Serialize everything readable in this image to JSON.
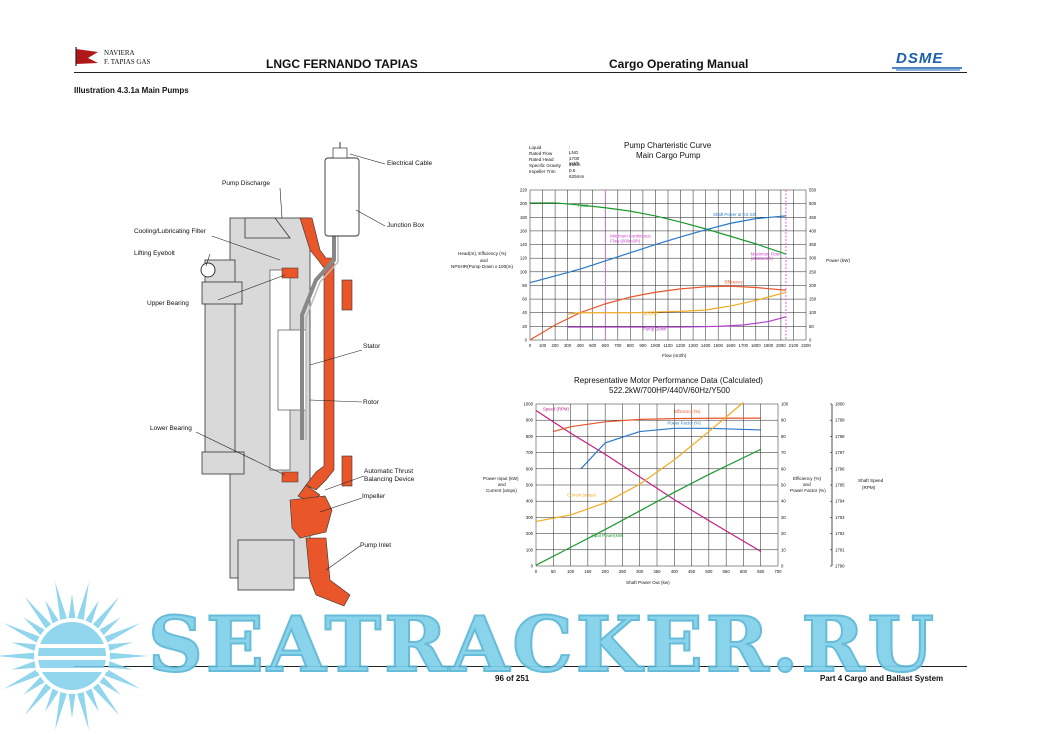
{
  "header": {
    "company_line1": "NAVIERA",
    "company_line2": "F. TAPIAS GAS",
    "vessel": "LNGC FERNANDO TAPIAS",
    "manual": "Cargo Operating Manual",
    "brand": "DSME"
  },
  "illustration_title": "Illustration 4.3.1a Main Pumps",
  "pump_labels": {
    "electrical_cable": "Electrical Cable",
    "pump_discharge": "Pump Discharge",
    "junction_box": "Junction Box",
    "cooling_filter": "Cooling/Lubricating Filter",
    "lifting_eyebolt": "Lifting Eyebolt",
    "upper_bearing": "Upper Bearing",
    "stator": "Stator",
    "rotor": "Rotor",
    "lower_bearing": "Lower Bearing",
    "thrust_line1": "Automatic Thrust",
    "thrust_line2": "Balancing Device",
    "impeller": "Impeller",
    "pump_inlet": "Pump Inlet"
  },
  "chart1": {
    "title_line1": "Pump Charteristic Curve",
    "title_line2": "Main Cargo Pump",
    "info": [
      {
        "k": "Liquid",
        "v": ": LNG"
      },
      {
        "k": "Rated Flow",
        "v": ": 1700 m3/h"
      },
      {
        "k": "Rated Head",
        "v": ": 155m"
      },
      {
        "k": "Specific Gravity",
        "v": ": 0.5"
      },
      {
        "k": "Impeller Trim",
        "v": ": 625mm"
      }
    ],
    "ylabel_line1": "Head(m), Efficiency (%)",
    "ylabel_line2": "and",
    "ylabel_line3": "NPSHR(Pump Down x 100(m)",
    "y2label": "Power (kW)",
    "xlabel": "Flow (m3/h)",
    "annot_min": [
      "Minimum Continuous",
      "Flow (600m3/h)"
    ],
    "annot_max": [
      "Maximum Flow",
      "(2040m3/h)"
    ],
    "annot_shaft": "Shaft Power at 0.5 SG",
    "annot_head": "Head",
    "annot_eff": "Efficiency",
    "annot_npsh": "NPSHR",
    "annot_pumpdown": "Pump Down"
  },
  "chart2": {
    "title_line1": "Representative Motor Performance Data (Calculated)",
    "title_line2": "522.2kW/700HP/440V/60Hz/Y500",
    "ylabel_line1": "Power Input (kW)",
    "ylabel_line2": "and",
    "ylabel_line3": "Current (amps)",
    "y2label_line1": "Efficiency (%)",
    "y2label_line2": "and",
    "y2label_line3": "Power Factor (%)",
    "y3label_line1": "Shaft Speed",
    "y3label_line2": "(RPM)",
    "xlabel": "Shaft Power Out (kw)",
    "annot_speed": "Speed (RPM)",
    "annot_eff": "Efficiency (%)",
    "annot_pf": "Power Factor (%)",
    "annot_current": "Current (amps)",
    "annot_input": "Input Power(kW)"
  },
  "chart_data": [
    {
      "type": "line",
      "title": "Pump Charteristic Curve Main Cargo Pump",
      "xlabel": "Flow (m3/h)",
      "ylabel": "Head(m), Efficiency (%) and NPSHR(Pump Down x 100(m)",
      "y2label": "Power (kW)",
      "xlim": [
        0,
        2200
      ],
      "ylim": [
        0,
        220
      ],
      "y2lim": [
        0,
        550
      ],
      "x_ticks": [
        0,
        100,
        200,
        300,
        400,
        500,
        600,
        700,
        800,
        900,
        1000,
        1100,
        1200,
        1300,
        1400,
        1500,
        1600,
        1700,
        1800,
        1900,
        2000,
        2100,
        2200
      ],
      "y_ticks": [
        0,
        20,
        40,
        60,
        80,
        100,
        120,
        140,
        160,
        180,
        200,
        220
      ],
      "y2_ticks": [
        0,
        50,
        100,
        150,
        200,
        250,
        300,
        350,
        400,
        450,
        500,
        550
      ],
      "series": [
        {
          "name": "Head",
          "color": "#1a9a2c",
          "axis": "left",
          "x": [
            0,
            200,
            400,
            600,
            800,
            1000,
            1200,
            1400,
            1600,
            1800,
            2040
          ],
          "y": [
            201,
            201,
            198,
            194,
            189,
            182,
            173,
            163,
            152,
            141,
            126
          ]
        },
        {
          "name": "Efficiency",
          "color": "#e8562a",
          "axis": "left",
          "x": [
            0,
            200,
            400,
            600,
            800,
            1000,
            1200,
            1400,
            1600,
            1800,
            2040
          ],
          "y": [
            0,
            22,
            40,
            53,
            63,
            70,
            75,
            78,
            79,
            77,
            73
          ]
        },
        {
          "name": "Shaft Power at 0.5 SG",
          "color": "#2a78c8",
          "axis": "right",
          "x": [
            0,
            200,
            400,
            600,
            800,
            1000,
            1200,
            1400,
            1600,
            1800,
            2040
          ],
          "y": [
            210,
            235,
            260,
            290,
            320,
            350,
            378,
            404,
            428,
            445,
            455
          ]
        },
        {
          "name": "NPSHR",
          "color": "#f0aa20",
          "axis": "left",
          "x": [
            300,
            400,
            600,
            800,
            1000,
            1200,
            1400,
            1600,
            1800,
            2040
          ],
          "y": [
            38,
            40,
            40,
            40,
            41,
            42,
            44,
            50,
            58,
            70
          ]
        },
        {
          "name": "Pump Down",
          "color": "#b040c8",
          "axis": "left",
          "x": [
            300,
            600,
            900,
            1200,
            1500,
            1700,
            1900,
            2040
          ],
          "y": [
            19,
            19,
            19,
            19,
            20,
            22,
            27,
            34
          ]
        }
      ],
      "vlines": [
        {
          "x": 600,
          "color": "#e060e0"
        },
        {
          "x": 2040,
          "color": "#e060e0"
        }
      ]
    },
    {
      "type": "line",
      "title": "Representative Motor Performance Data (Calculated) 522.2kW/700HP/440V/60Hz/Y500",
      "xlabel": "Shaft Power Out (kw)",
      "ylabel": "Power Input (kW) and Current (amps)",
      "y2label": "Efficiency (%) and Power Factor (%)",
      "y3label": "Shaft Speed (RPM)",
      "xlim": [
        0,
        700
      ],
      "ylim": [
        0,
        1000
      ],
      "y2lim": [
        0,
        100
      ],
      "y3lim": [
        1790,
        1800
      ],
      "x_ticks": [
        0,
        50,
        100,
        150,
        200,
        250,
        300,
        350,
        400,
        450,
        500,
        550,
        600,
        650,
        700
      ],
      "y_ticks": [
        0,
        100,
        200,
        300,
        400,
        500,
        600,
        700,
        800,
        900,
        1000
      ],
      "y2_ticks": [
        0,
        10,
        20,
        30,
        40,
        50,
        60,
        70,
        80,
        90,
        100
      ],
      "y3_ticks": [
        1790,
        1791,
        1792,
        1793,
        1794,
        1795,
        1796,
        1797,
        1798,
        1799,
        1800
      ],
      "series": [
        {
          "name": "Speed (RPM)",
          "color": "#c02080",
          "axis": "y3",
          "x": [
            0,
            100,
            200,
            300,
            400,
            500,
            650
          ],
          "y": [
            1799.6,
            1798.2,
            1796.9,
            1795.5,
            1794.1,
            1792.8,
            1790.9
          ]
        },
        {
          "name": "Efficiency (%)",
          "color": "#e8562a",
          "axis": "y2",
          "x": [
            50,
            100,
            200,
            300,
            400,
            500,
            650
          ],
          "y": [
            83,
            86,
            89,
            90.5,
            91,
            91.2,
            91.3
          ]
        },
        {
          "name": "Power Factor (%)",
          "color": "#2a78c8",
          "axis": "y2",
          "x": [
            130,
            200,
            300,
            400,
            500,
            650
          ],
          "y": [
            60,
            76,
            83,
            85,
            85,
            84
          ]
        },
        {
          "name": "Current (amps)",
          "color": "#f0aa20",
          "axis": "left",
          "x": [
            0,
            100,
            200,
            300,
            400,
            500,
            600
          ],
          "y": [
            275,
            315,
            390,
            505,
            655,
            830,
            1010
          ]
        },
        {
          "name": "Input Power(kW)",
          "color": "#1a9a2c",
          "axis": "left",
          "x": [
            0,
            100,
            200,
            300,
            400,
            500,
            650
          ],
          "y": [
            5,
            115,
            225,
            340,
            455,
            565,
            720
          ]
        }
      ]
    }
  ],
  "footer": {
    "page": "96 of 251",
    "section": "Part 4 Cargo and Ballast System"
  },
  "watermark": {
    "text": "SEATRACKER.RU",
    "color": "#7fd0ea"
  }
}
